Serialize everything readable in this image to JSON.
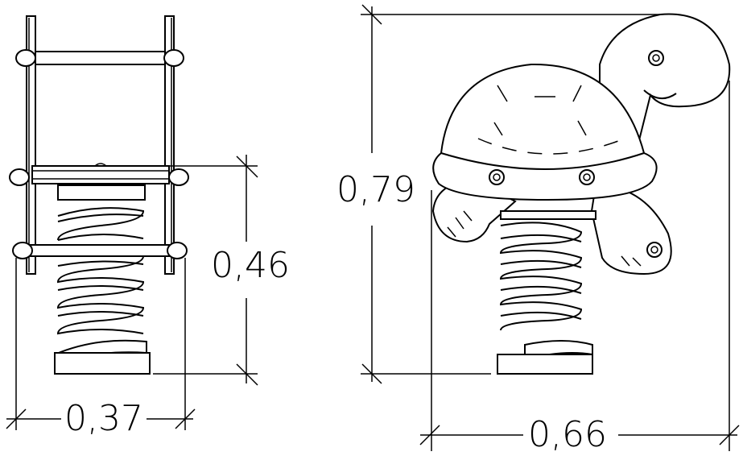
{
  "diagram": {
    "dimensions": {
      "front_height": "0,46",
      "front_width": "0,37",
      "side_height": "0,79",
      "side_width": "0,66"
    }
  }
}
